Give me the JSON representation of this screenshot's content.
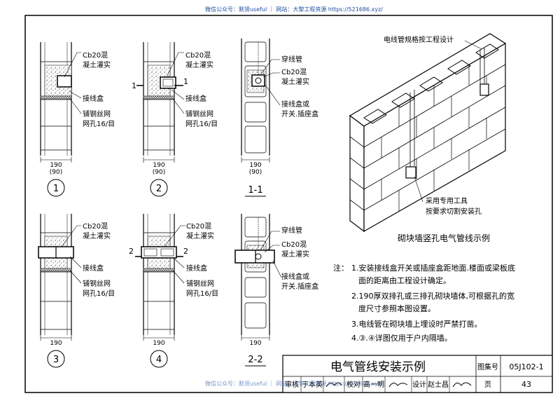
{
  "watermark_top": "微信公众号：默贤useful ｜ 网站：大黎工程资源 https://521686.xyz/",
  "watermark_bottom": "微信公众号：默贤useful ｜ 网站：大黎工程资源 https://521686.xyz/",
  "labels": {
    "cb20_1": "Cb20混",
    "cb20_2": "凝土灌实",
    "box": "接线盒",
    "mesh_1": "铺钢丝网",
    "mesh_2": "网孔16/目",
    "conduit": "穿线管",
    "box_sw_1": "接线盒或",
    "box_sw_2": "开关.插座盒",
    "conduit_design": "电线管规格按工程设计",
    "tool_1": "采用专用工具",
    "tool_2": "按要求切割安装孔",
    "iso_title": "砌块墙竖孔电气管线示例"
  },
  "dims": {
    "w190": "190",
    "w90": "(90)"
  },
  "sections": {
    "s1": "1",
    "s2": "2",
    "sec11": "1-1",
    "sec22": "2-2"
  },
  "detail_numbers": [
    "1",
    "2",
    "3",
    "4"
  ],
  "notes": {
    "prefix": "注：",
    "n1a": "1.安装接线盒开关或插座盒距地面.楼面或梁板底",
    "n1b": "面的距离由工程设计确定。",
    "n2a": "2.190厚双排孔或三排孔砌块墙体,可根据孔的宽",
    "n2b": "度尺寸参照本图设置。",
    "n3": "3.电线管在砌块墙上埋设时严禁打凿。",
    "n4": "4.③.④详图仅用于户内隔墙。"
  },
  "titleblock": {
    "title": "电气管线安装示例",
    "atlas_label": "图集号",
    "atlas_no": "05J102-1",
    "review_label": "审核",
    "review_name": "于本英",
    "check_label": "校对",
    "check_name": "高一明",
    "design_label": "设计",
    "design_name": "赵士昌",
    "page_label": "页",
    "page_no": "43"
  }
}
